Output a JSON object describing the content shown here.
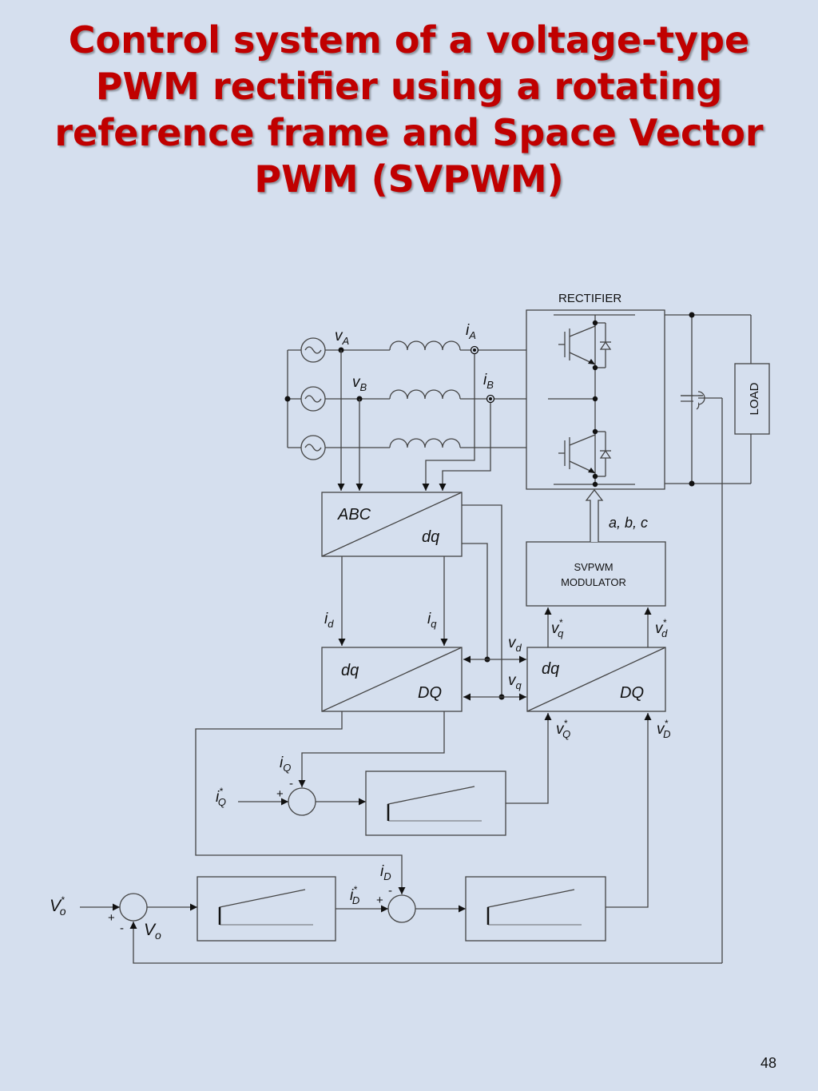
{
  "title": "Control system of a voltage-type PWM rectifier using a rotating reference frame and Space Vector PWM  (SVPWM)",
  "page_number": "48",
  "colors": {
    "title": "#c00000",
    "background": "#d5dfee",
    "lines": "#444444"
  },
  "diagram": {
    "rectifier_label": "RECTIFIER",
    "load_label": "LOAD",
    "abc_dq": {
      "top": "ABC",
      "bottom": "dq"
    },
    "dq_DQ_left": {
      "top": "dq",
      "bottom": "DQ"
    },
    "dq_DQ_right": {
      "top": "dq",
      "bottom": "DQ"
    },
    "svpwm": {
      "line1": "SVPWM",
      "line2": "MODULATOR"
    },
    "switch_signals": "a, b, c",
    "signs": {
      "plus": "+",
      "minus": "-"
    },
    "signals": {
      "vA": {
        "base": "v",
        "sub": "A"
      },
      "vB": {
        "base": "v",
        "sub": "B"
      },
      "iA": {
        "base": "i",
        "sub": "A"
      },
      "iB": {
        "base": "i",
        "sub": "B"
      },
      "id": {
        "base": "i",
        "sub": "d"
      },
      "iq": {
        "base": "i",
        "sub": "q"
      },
      "vd": {
        "base": "v",
        "sub": "d"
      },
      "vq": {
        "base": "v",
        "sub": "q"
      },
      "vq_ref": {
        "base": "v",
        "sup": "*",
        "sub": "q"
      },
      "vd_ref": {
        "base": "v",
        "sup": "*",
        "sub": "d"
      },
      "vQ_ref": {
        "base": "v",
        "sup": "*",
        "sub": "Q"
      },
      "vD_ref": {
        "base": "v",
        "sup": "*",
        "sub": "D"
      },
      "iQ": {
        "base": "i",
        "sub": "Q"
      },
      "iQ_ref": {
        "base": "i",
        "sup": "*",
        "sub": "Q"
      },
      "iD": {
        "base": "i",
        "sub": "D"
      },
      "iD_ref": {
        "base": "i",
        "sup": "*",
        "sub": "D"
      },
      "Vo_ref": {
        "base": "V",
        "sup": "*",
        "sub": "o"
      },
      "Vo": {
        "base": "V",
        "sub": "o"
      }
    }
  }
}
